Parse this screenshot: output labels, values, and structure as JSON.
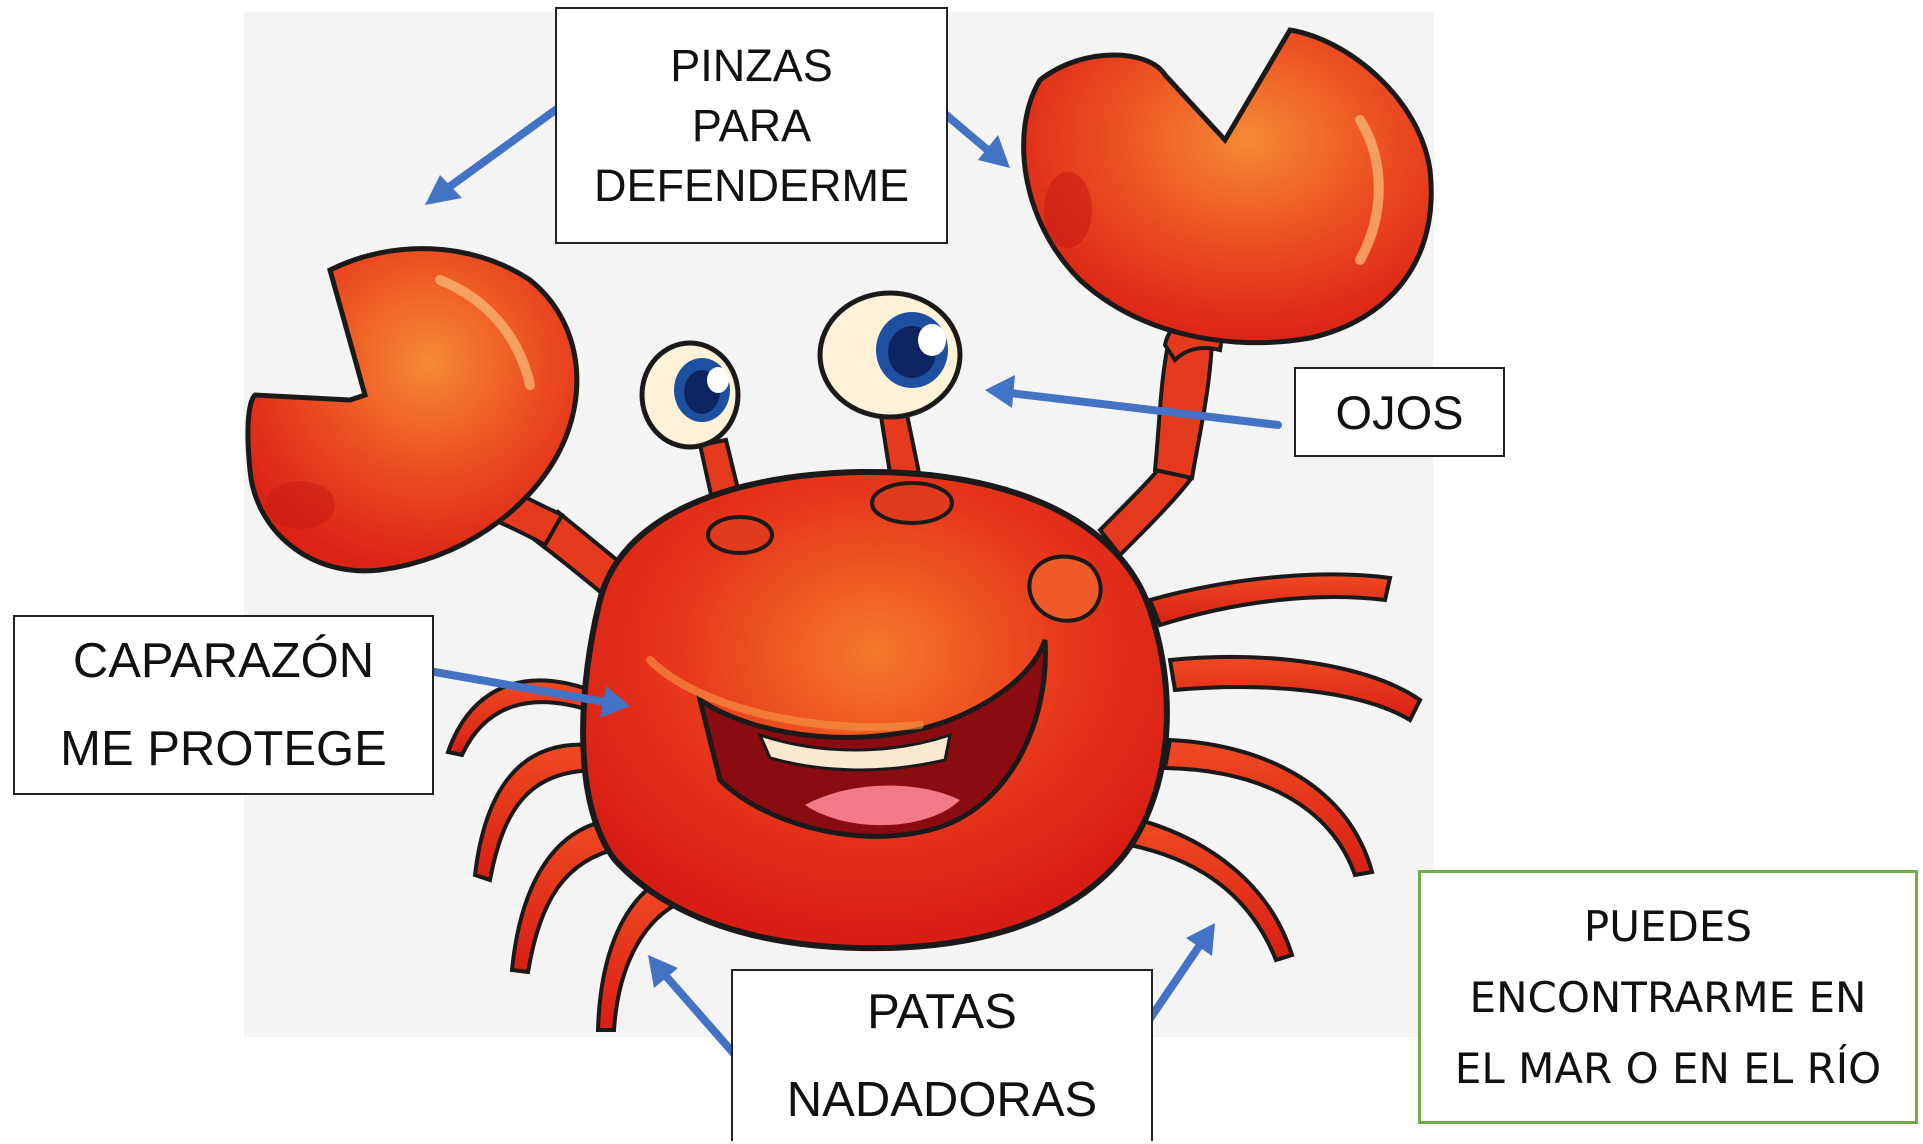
{
  "labels": {
    "pinzas": {
      "lines": [
        "PINZAS",
        "PARA",
        "DEFENDERME"
      ]
    },
    "ojos": {
      "lines": [
        "OJOS"
      ]
    },
    "caparazon": {
      "lines": [
        "CAPARAZÓN",
        "ME PROTEGE"
      ]
    },
    "patas": {
      "lines": [
        "PATAS",
        "NADADORAS"
      ]
    },
    "habitat": {
      "lines": [
        "PUEDES",
        "ENCONTRARME EN",
        "EL MAR O EN EL RÍO"
      ]
    }
  },
  "colors": {
    "arrow": "#4472c4",
    "crab_red": "#e8281c",
    "crab_orange": "#f2702a",
    "outline": "#1a1a1a",
    "habitat_border": "#70ad47",
    "background_panel": "#f4f4f4"
  },
  "illustration": "crab-cartoon"
}
